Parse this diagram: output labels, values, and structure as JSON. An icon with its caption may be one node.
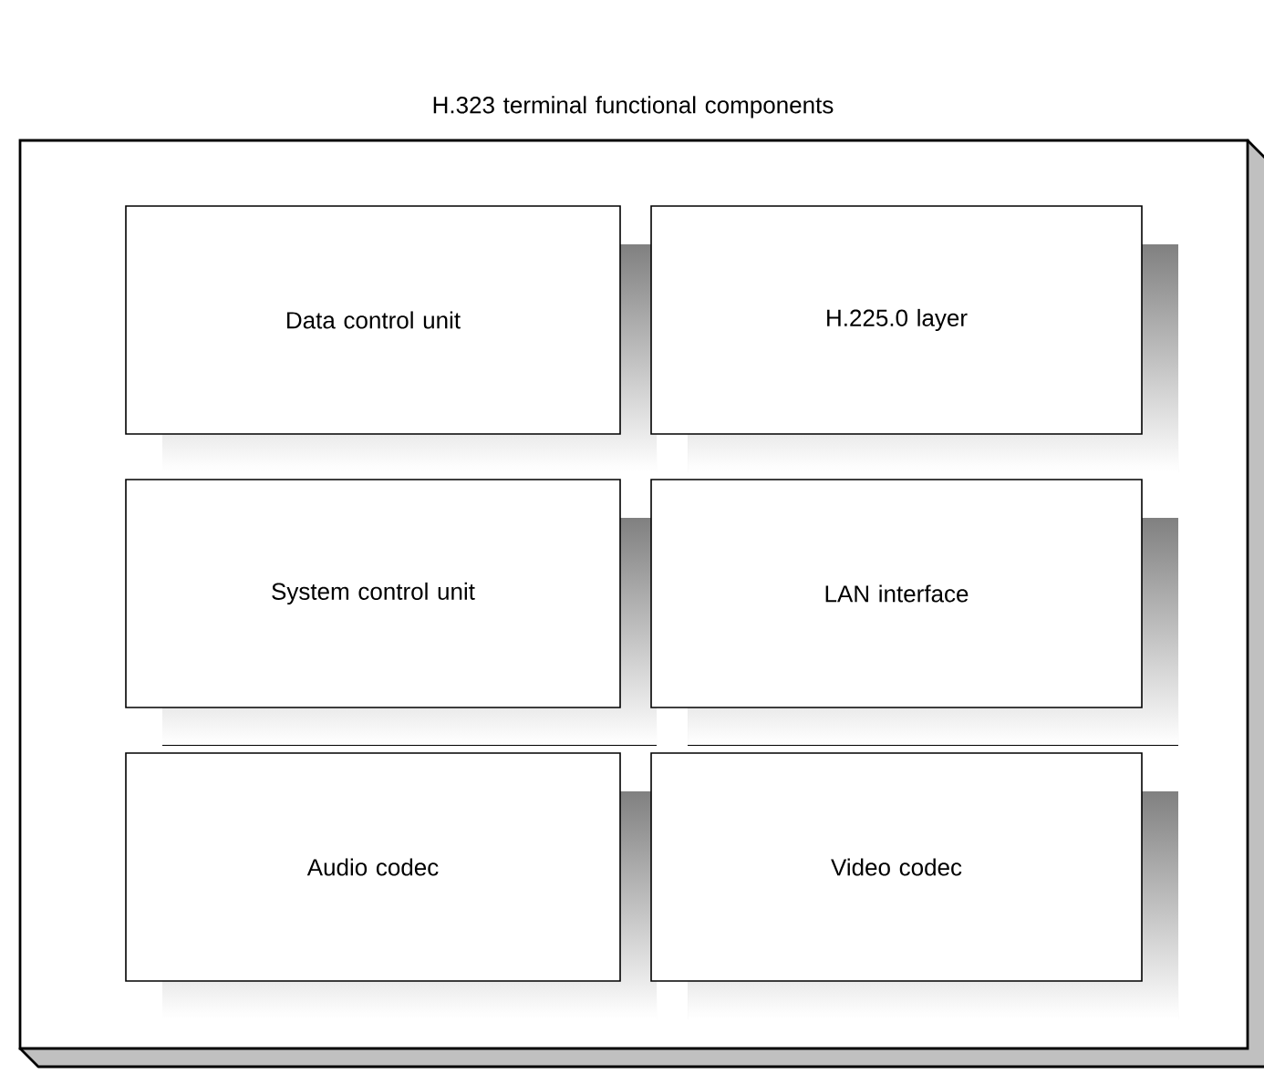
{
  "diagram": {
    "nodes": [
      {
        "text": [
          "H.323 terminal functional components"
        ]
      },
      {
        "text": [
          "Data control unit"
        ],
        "in": 0
      },
      {
        "text": [
          "H.225.0 layer"
        ],
        "in": 0
      },
      {
        "text": [
          "System control unit"
        ],
        "in": 0
      },
      {
        "text": [
          "LAN interface"
        ],
        "in": 0
      },
      {
        "text": [
          "Audio codec"
        ],
        "in": 0
      },
      {
        "text": [
          "Video codec"
        ],
        "in": 0
      }
    ]
  }
}
